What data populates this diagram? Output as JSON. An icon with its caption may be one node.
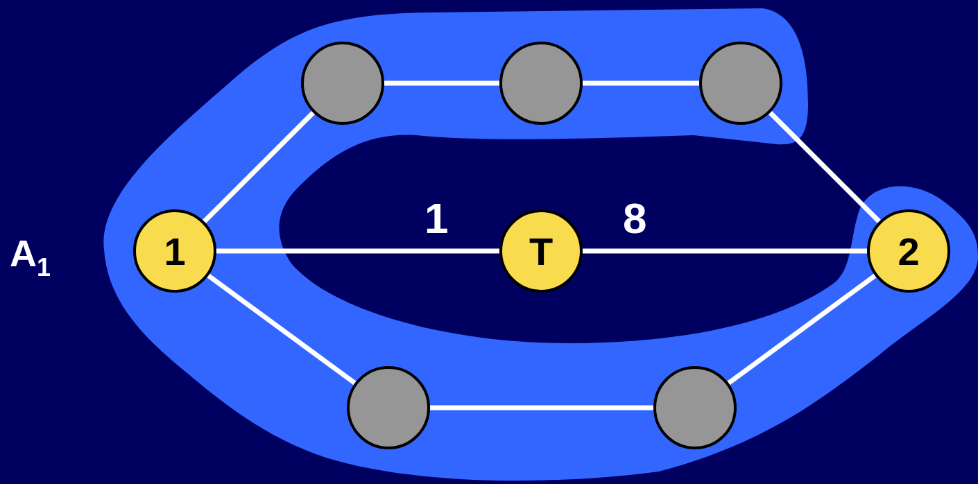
{
  "diagram": {
    "nodes": [
      {
        "text": [
          "A$_{1}$"
        ]
      },
      {
        "text": [
          "1"
        ],
        "in": 0
      },
      {
        "text": [],
        "shape": "circle",
        "in": 0
      },
      {
        "text": [],
        "shape": "circle",
        "in": 0
      },
      {
        "text": [],
        "shape": "circle",
        "in": 0
      },
      {
        "text": [
          "T"
        ]
      },
      {
        "text": [
          "2"
        ],
        "in": 0
      },
      {
        "text": [],
        "shape": "circle",
        "in": 0
      },
      {
        "text": [],
        "shape": "circle",
        "in": 0
      }
    ],
    "edges": [
      {
        "from": 1,
        "to": 2,
        "arrow": "none"
      },
      {
        "from": 2,
        "to": 3,
        "arrow": "none"
      },
      {
        "from": 3,
        "to": 4,
        "arrow": "none"
      },
      {
        "from": 4,
        "to": 6,
        "arrow": "none"
      },
      {
        "from": 1,
        "to": 5,
        "arrow": "none",
        "label": "1"
      },
      {
        "from": 5,
        "to": 6,
        "arrow": "none",
        "label": "8"
      },
      {
        "from": 1,
        "to": 7,
        "arrow": "none"
      },
      {
        "from": 7,
        "to": 8,
        "arrow": "none"
      },
      {
        "from": 8,
        "to": 6,
        "arrow": "none"
      }
    ]
  }
}
